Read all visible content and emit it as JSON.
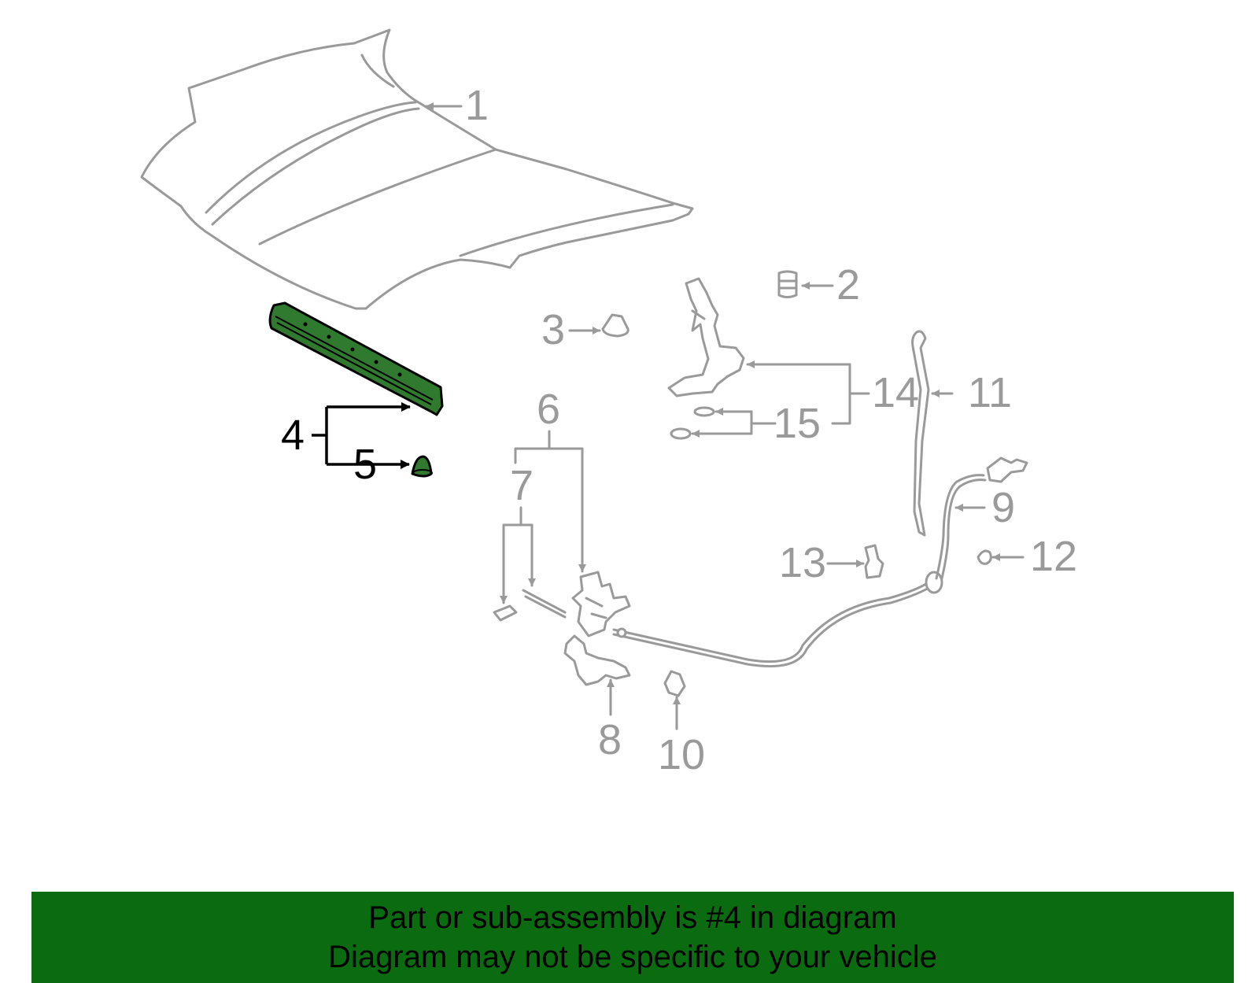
{
  "callouts": {
    "c1": "1",
    "c2": "2",
    "c3": "3",
    "c4": "4",
    "c5": "5",
    "c6": "6",
    "c7": "7",
    "c8": "8",
    "c9": "9",
    "c10": "10",
    "c11": "11",
    "c12": "12",
    "c13": "13",
    "c14": "14",
    "c15": "15"
  },
  "highlight": {
    "part_color": "#2f7a2f",
    "banner_color": "#0b6b10"
  },
  "banner": {
    "line1": "Part or sub-assembly is #4 in diagram",
    "line2": "Diagram may not be specific to your vehicle"
  }
}
